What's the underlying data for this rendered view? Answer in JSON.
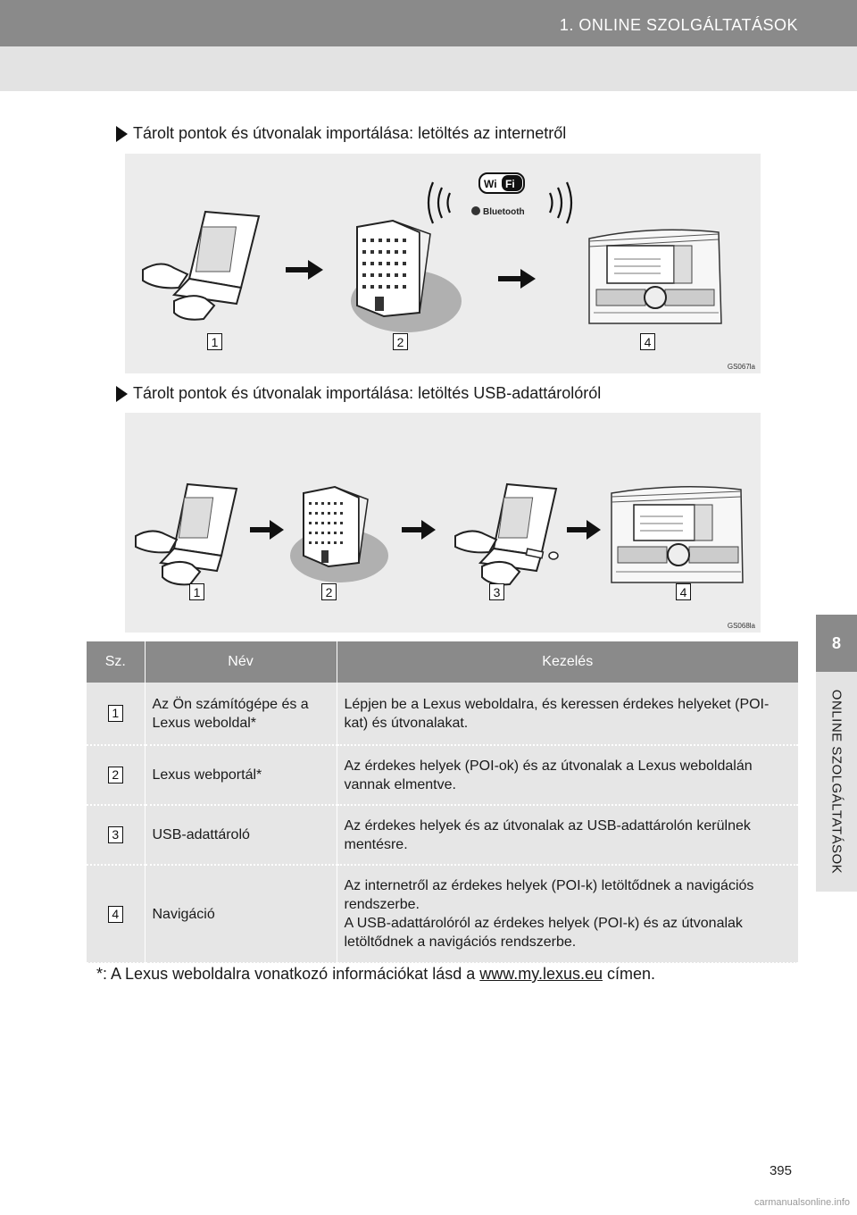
{
  "header": {
    "title": "1. ONLINE SZOLGÁLTATÁSOK"
  },
  "side_tab": {
    "number": "8",
    "label": "ONLINE SZOLGÁLTATÁSOK"
  },
  "section1": {
    "heading": "Tárolt pontok és útvonalak importálása: letöltés az internetről",
    "figure_code": "GS067la",
    "badges": [
      "1",
      "2",
      "4"
    ],
    "wifi_label": "WiFi",
    "bluetooth_label": "Bluetooth"
  },
  "section2": {
    "heading": "Tárolt pontok és útvonalak importálása: letöltés USB-adattárolóról",
    "figure_code": "GS068la",
    "badges": [
      "1",
      "2",
      "3",
      "4"
    ]
  },
  "table": {
    "headers": [
      "Sz.",
      "Név",
      "Kezelés"
    ],
    "rows": [
      {
        "num": "1",
        "name": "Az Ön számítógépe és a Lexus weboldal*",
        "action": "Lépjen be a Lexus weboldalra, és keressen érdekes helyeket (POI-kat) és útvonalakat."
      },
      {
        "num": "2",
        "name": "Lexus webportál*",
        "action": "Az érdekes helyek (POI-ok) és az útvonalak a Lexus weboldalán vannak elmentve."
      },
      {
        "num": "3",
        "name": "USB-adattároló",
        "action": "Az érdekes helyek és az útvonalak az USB-adattárolón kerülnek mentésre."
      },
      {
        "num": "4",
        "name": "Navigáció",
        "action": "Az internetről az érdekes helyek (POI-k) letöltődnek a navigációs rendszerbe.",
        "action2": "A USB-adattárolóról az érdekes helyek (POI-k) és az útvonalak letöltődnek a navigációs rendszerbe."
      }
    ]
  },
  "footnote": {
    "prefix": "*:",
    "text": "A Lexus weboldalra vonatkozó információkat lásd a",
    "link": "www.my.lexus.eu",
    "suffix": "címen."
  },
  "page_number": "395",
  "watermark": "carmanualsonline.info"
}
